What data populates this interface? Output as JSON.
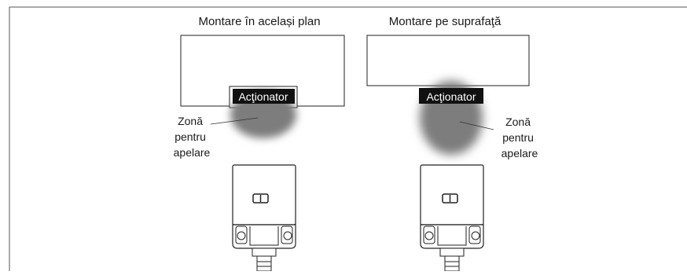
{
  "left": {
    "title": "Montare în același plan",
    "actuator_label": "Acţionator",
    "zone_label": [
      "Zonă",
      "pentru",
      "apelare"
    ]
  },
  "right": {
    "title": "Montare pe suprafaţă",
    "actuator_label": "Acţionator",
    "zone_label": [
      "Zonă",
      "pentru",
      "apelare"
    ]
  }
}
